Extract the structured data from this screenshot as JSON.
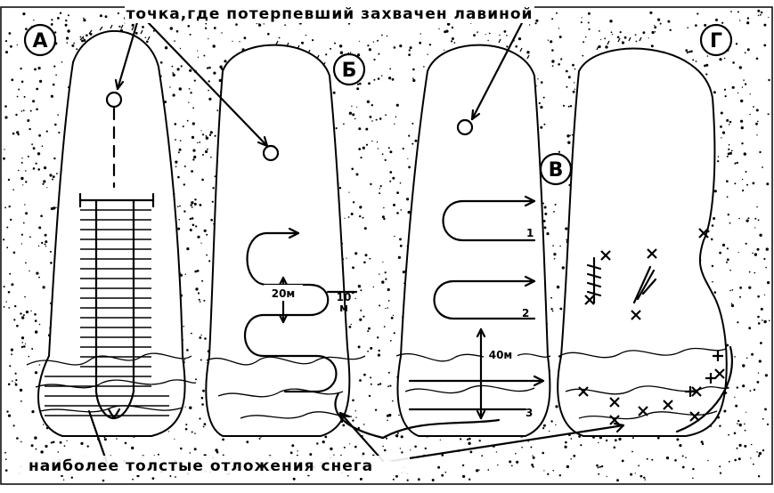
{
  "captions": {
    "top": "точка,где потерпевший захвачен лавиной",
    "bottom": "наиболее толстые отложения снега"
  },
  "panels": [
    {
      "letter": "А"
    },
    {
      "letter": "Б"
    },
    {
      "letter": "В"
    },
    {
      "letter": "Г"
    }
  ],
  "measurements": {
    "loop_gap": "20м",
    "edge_gap_top": "10",
    "edge_gap_bottom": "м",
    "slope_distance": "40м"
  },
  "route_numbers": [
    "1",
    "2",
    "3"
  ]
}
